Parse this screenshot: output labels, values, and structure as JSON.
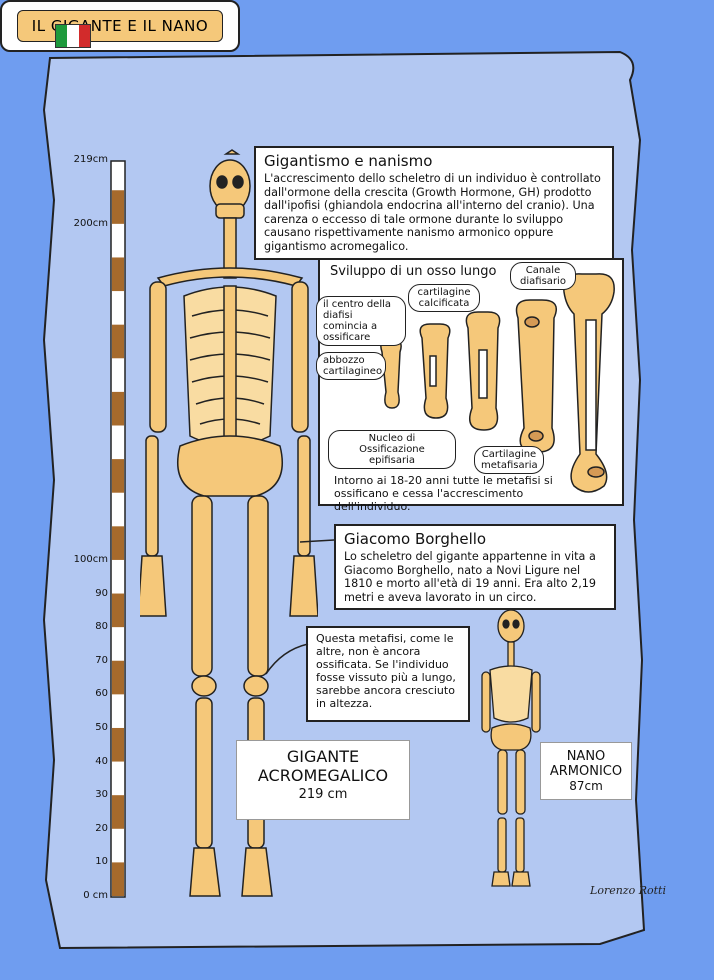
{
  "title": "IL GIGANTE E IL NANO",
  "flag_colors": [
    "#1e9a3c",
    "#ffffff",
    "#d22b2b"
  ],
  "colors": {
    "background": "#6f9df0",
    "parchment": "#b3c8f2",
    "bone": "#f5c87a",
    "outline": "#222222"
  },
  "intro": {
    "heading": "Gigantismo e nanismo",
    "text": "L'accrescimento dello scheletro di un individuo è controllato dall'ormone della crescita (Growth Hormone, GH) prodotto dall'ipofisi (ghiandola endocrina all'interno del cranio). Una carenza o eccesso di tale ormone durante lo sviluppo causano rispettivamente nanismo armonico oppure gigantismo acromegalico."
  },
  "bone_panel": {
    "heading": "Sviluppo di un osso lungo",
    "labels": {
      "canale": "Canale diafisario",
      "cartilagine_calc": "cartilagine calcificata",
      "centro": "il centro della diafisi comincia a ossificare",
      "abbozzo": "abbozzo cartilagineo",
      "nucleo": "Nucleo di Ossificazione epifisaria",
      "metafisaria": "Cartilagine metafisaria"
    },
    "footer": "Intorno ai 18-20 anni tutte le metafisi si ossificano e cessa l'accrescimento dell'individuo."
  },
  "borghello": {
    "heading": "Giacomo Borghello",
    "text": "Lo scheletro del gigante appartenne in vita a Giacomo Borghello, nato a Novi Ligure nel 1810 e morto all'età di 19 anni. Era alto 2,19 metri e aveva lavorato in un circo."
  },
  "metafisi_note": "Questa metafisi, come le altre, non è ancora ossificata. Se l'individuo fosse vissuto più a lungo, sarebbe ancora cresciuto in altezza.",
  "giant_plate": {
    "line1": "GIGANTE",
    "line2": "ACROMEGALICO",
    "height": "219 cm"
  },
  "dwarf_plate": {
    "line1": "NANO",
    "line2": "ARMONICO",
    "height": "87cm"
  },
  "scale": {
    "labels": [
      "219cm",
      "200cm",
      "100cm",
      "90",
      "80",
      "70",
      "60",
      "50",
      "40",
      "30",
      "20",
      "10",
      "0 cm"
    ],
    "values": [
      219,
      200,
      100,
      90,
      80,
      70,
      60,
      50,
      40,
      30,
      20,
      10,
      0
    ]
  },
  "signature": "Lorenzo Rotti"
}
